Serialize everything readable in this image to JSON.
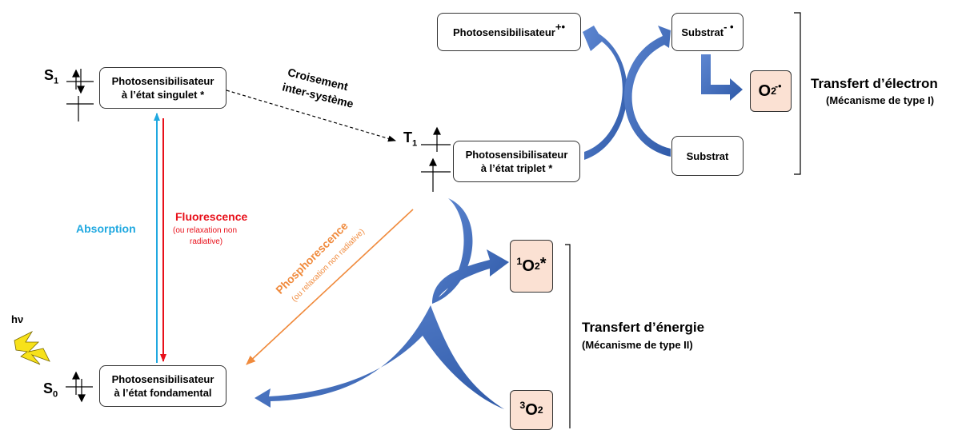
{
  "states": {
    "s1_label": "S",
    "s1_sub": "1",
    "s0_label": "S",
    "s0_sub": "0",
    "t1_label": "T",
    "t1_sub": "1"
  },
  "boxes": {
    "singlet": [
      "Photosensibilisateur",
      "à l’état singulet *"
    ],
    "triplet": [
      "Photosensibilisateur",
      "à l’état triplet *"
    ],
    "ground": [
      "Photosensibilisateur",
      "à l’état fondamental"
    ],
    "ps_cation": "Photosensibilisateur",
    "ps_cation_charge": "+•",
    "substrat_anion": "Substrat",
    "substrat_anion_charge": "- •",
    "substrat": "Substrat"
  },
  "oxygen": {
    "superoxide_base": "O",
    "superoxide_sub": "2",
    "superoxide_charge": "-•",
    "singlet_sup": "1",
    "singlet_base": "O",
    "singlet_sub": "2",
    "singlet_star": "*",
    "triplet_sup": "3",
    "triplet_base": "O",
    "triplet_sub": "2"
  },
  "processes": {
    "isc_line1": "Croisement",
    "isc_line2": "inter-système",
    "absorption": "Absorption",
    "fluorescence": "Fluorescence",
    "fluorescence_note_1": "(ou relaxation non",
    "fluorescence_note_2": "radiative)",
    "phosphorescence": "Phosphorescence",
    "phosphorescence_note": "(ou relaxation non radiative)",
    "hv": "hν"
  },
  "mechanisms": {
    "electron_title": "Transfert d’électron",
    "electron_sub": "(Mécanisme de type I)",
    "energy_title": "Transfert d’énergie",
    "energy_sub": "(Mécanisme de type II)"
  },
  "colors": {
    "absorption": "#1fa8e0",
    "fluorescence": "#e8101a",
    "phosphorescence": "#f08a3c",
    "transfer_arrow": "#3a66b8",
    "oxygen_fill": "#fbe1d3",
    "bolt": "#f7e11a"
  }
}
